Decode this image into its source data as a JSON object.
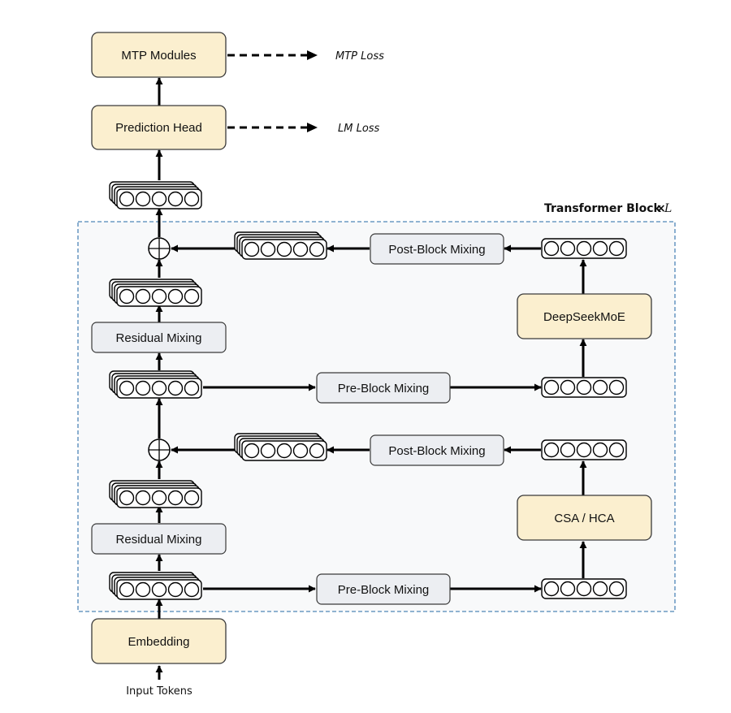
{
  "modules": {
    "mtp": "MTP Modules",
    "prediction_head": "Prediction Head",
    "embedding": "Embedding",
    "deepseekmoe": "DeepSeekMoE",
    "attention": "CSA / HCA"
  },
  "mixing": {
    "residual": "Residual Mixing",
    "pre_block": "Pre-Block Mixing",
    "post_block": "Post-Block Mixing"
  },
  "losses": {
    "mtp": "MTP Loss",
    "lm": "LM Loss"
  },
  "io": {
    "input": "Input Tokens"
  },
  "block": {
    "title": "Transformer Block",
    "times": "×",
    "repeat": "L"
  },
  "colors": {
    "module_fill": "#fbefcf",
    "mixing_fill": "#eceef2",
    "border": "#3a3a3a",
    "dashed_box": "#4f86b8",
    "background": "#f8f9fa"
  }
}
